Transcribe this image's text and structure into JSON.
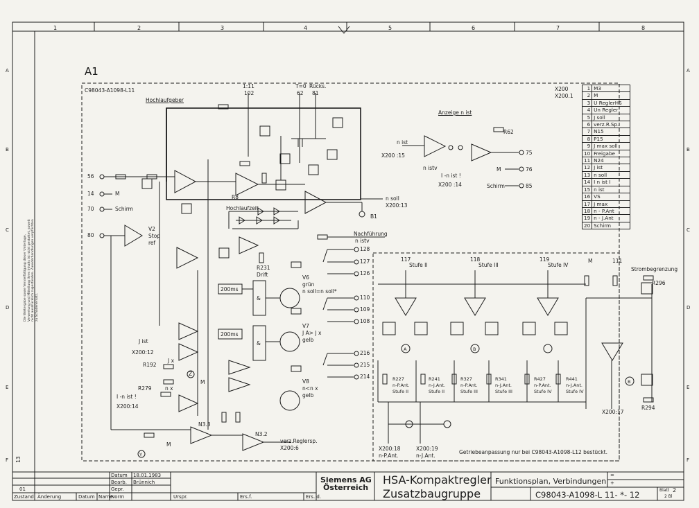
{
  "frame": {
    "columns": [
      "1",
      "2",
      "3",
      "4",
      "5",
      "6",
      "7",
      "8"
    ],
    "rows_left": [
      "A",
      "B",
      "C",
      "D",
      "E",
      "F"
    ],
    "rows_right": [
      "A",
      "B",
      "C",
      "D",
      "E",
      "F"
    ],
    "sheet_mark_left": "13"
  },
  "sidenote": "Die Weitergabe sowie Vervielfältigung dieser Unterlage, Verwertung und Mitteilung ihres Inhalts ist nicht gestattet, soweit nicht ausdrücklich zugestanden. Zuwiderhandlungen verpflichten zu Schadenersatz.",
  "diagram": {
    "module": "A1",
    "ref": "C98043-A1098-L11",
    "hochlaufgeber": "Hochlaufgeber",
    "top_terminals": [
      {
        "name": "1:11",
        "num": "102"
      },
      {
        "name": "T=0",
        "num": "62"
      },
      {
        "name": "Rücks.",
        "num": "81"
      }
    ],
    "anzeige_title": "Anzeige n ist",
    "anzeige": {
      "nist": "n ist",
      "x200_15": "X200 :15",
      "nistv": "n istv",
      "inist": "I -n ist !",
      "x200_14": "X200 :14",
      "r62": "R62"
    },
    "outputs_right": [
      {
        "label": "",
        "num": "75"
      },
      {
        "label": "M",
        "num": "76"
      },
      {
        "label": "Schirm",
        "num": "85"
      }
    ],
    "inputs_left": [
      {
        "num": "56",
        "label": ""
      },
      {
        "num": "14",
        "label": "M"
      },
      {
        "num": "70",
        "label": "Schirm"
      },
      {
        "num": "80",
        "label": ""
      }
    ],
    "v2": "V2",
    "stop_ref": "Stop\nref",
    "r8": "R8",
    "b1": "B1",
    "hochlaufzeit": "Hochlaufzeit",
    "nsoll_out": "n soll",
    "x200_13": "X200:13",
    "nachfuehrung": "Nachführung",
    "n_istv": "n istv",
    "r231": "R231",
    "drift": "Drift",
    "relay_groups": [
      {
        "v": "V6",
        "color": "grün",
        "cond": "n soll=n soll*",
        "pins": [
          "128",
          "127",
          "126"
        ]
      },
      {
        "v": "V7",
        "color": "gelb",
        "cond": "J A> J x",
        "pins": [
          "110",
          "109",
          "108"
        ]
      },
      {
        "v": "V8",
        "color": "gelb",
        "cond": "n<n x",
        "pins": [
          "216",
          "215",
          "214"
        ]
      }
    ],
    "timer1": "200ms",
    "timer2": "200ms",
    "and1": "&",
    "and2": "&",
    "jist": "J ist",
    "x200_12": "X200:12",
    "r192": "R192",
    "jx": "J x",
    "r279": "R279",
    "nx": "n x",
    "i_nist": "I -n ist !",
    "x200_14b": "X200:14",
    "m": "M",
    "z": "Z",
    "y": "Y",
    "n33": "N3.3",
    "n32": "N3.2",
    "verz": "verz.Reglersp.",
    "x200_6": "X200:6",
    "x200_1": "X200\nX200.1",
    "stufen": [
      {
        "num": "117",
        "label": "Stufe II"
      },
      {
        "num": "118",
        "label": "Stufe III"
      },
      {
        "num": "119",
        "label": "Stufe IV"
      }
    ],
    "m_top": "M",
    "n111": "111",
    "circles_mid": [
      "A",
      "B",
      "B"
    ],
    "resistors": [
      {
        "name": "R227",
        "sub": "n-P.Ant.",
        "st": "Stufe II"
      },
      {
        "name": "R241",
        "sub": "n-J.Ant.",
        "st": "Stufe II"
      },
      {
        "name": "R327",
        "sub": "n-P.Ant.",
        "st": "Stufe III"
      },
      {
        "name": "R341",
        "sub": "n-J.Ant.",
        "st": "Stufe III"
      },
      {
        "name": "R427",
        "sub": "n-P.Ant.",
        "st": "Stufe IV"
      },
      {
        "name": "R441",
        "sub": "n-J.Ant.",
        "st": "Stufe IV"
      }
    ],
    "strombegrenzung": "Strombegrenzung",
    "r296": "R296",
    "r294": "R294",
    "x200_17": "X200:17",
    "x200_18": "X200:18",
    "np_ant": "n-P.Ant.",
    "x200_19": "X200:19",
    "nj_ant": "n-J.Ant.",
    "getriebe": "Getriebeanpassung nur bei C98043-A1098-L12 bestückt."
  },
  "pinlist": [
    {
      "n": "1",
      "s": "M3"
    },
    {
      "n": "2",
      "s": "M"
    },
    {
      "n": "3",
      "s": "U ReglerHS"
    },
    {
      "n": "4",
      "s": "Un Regler"
    },
    {
      "n": "5",
      "s": "J soll"
    },
    {
      "n": "6",
      "s": "verz.R.Sp."
    },
    {
      "n": "7",
      "s": "N15"
    },
    {
      "n": "8",
      "s": "P15"
    },
    {
      "n": "9",
      "s": "J max soll"
    },
    {
      "n": "10",
      "s": "Freigabe"
    },
    {
      "n": "11",
      "s": "N24"
    },
    {
      "n": "12",
      "s": "J ist"
    },
    {
      "n": "13",
      "s": "n soll"
    },
    {
      "n": "14",
      "s": "I n ist I"
    },
    {
      "n": "15",
      "s": "n ist"
    },
    {
      "n": "16",
      "s": "VS"
    },
    {
      "n": "17",
      "s": "J max"
    },
    {
      "n": "18",
      "s": "n - P.Ant"
    },
    {
      "n": "19",
      "s": "n - J.Ant"
    },
    {
      "n": "20",
      "s": "Schirm"
    }
  ],
  "titleblock": {
    "datum_lbl": "Datum",
    "datum": "18.01.1983",
    "bearb_lbl": "Bearb.",
    "bearb": "Brünnich",
    "gepr_lbl": "Gepr.",
    "norm_lbl": "Norm",
    "zustand": "Zustand",
    "aenderung": "Änderung",
    "datum2": "Datum",
    "name": "Name",
    "rev": "01",
    "urspr": "Urspr.",
    "ersf": "Ers.f.",
    "ersd": "Ers. d.",
    "company1": "Siemens AG",
    "company2": "Österreich",
    "title1": "HSA-Kompaktregler",
    "title2": "Zusatzbaugruppe",
    "doc_title": "Funktionsplan, Verbindungen",
    "doc_no": "C98043-A1098-L 11- *- 12",
    "eq": "=",
    "plus": "+",
    "blatt_lbl": "Blatt",
    "blatt": "2",
    "bl_total": "2 Bl"
  }
}
